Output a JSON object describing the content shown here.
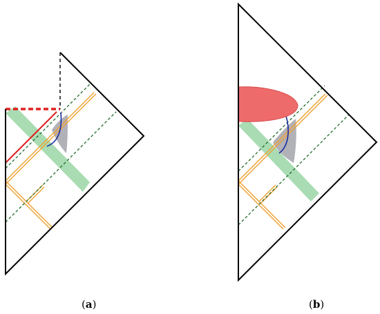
{
  "panels": [
    {
      "id": "a",
      "label": "a"
    },
    {
      "id": "b",
      "label": "b"
    }
  ],
  "colors": {
    "outline": "#000000",
    "boundary_dashed": "#000000",
    "dashed_green": "#1f6b2a",
    "orange_rails": "#f0a030",
    "green_band": "#9ad6a6",
    "gray_region": "#a8a8b0",
    "blue_curve": "#1a2c9c",
    "red_line": "#e02020",
    "red_region": "#ee6b6b"
  },
  "icons": []
}
